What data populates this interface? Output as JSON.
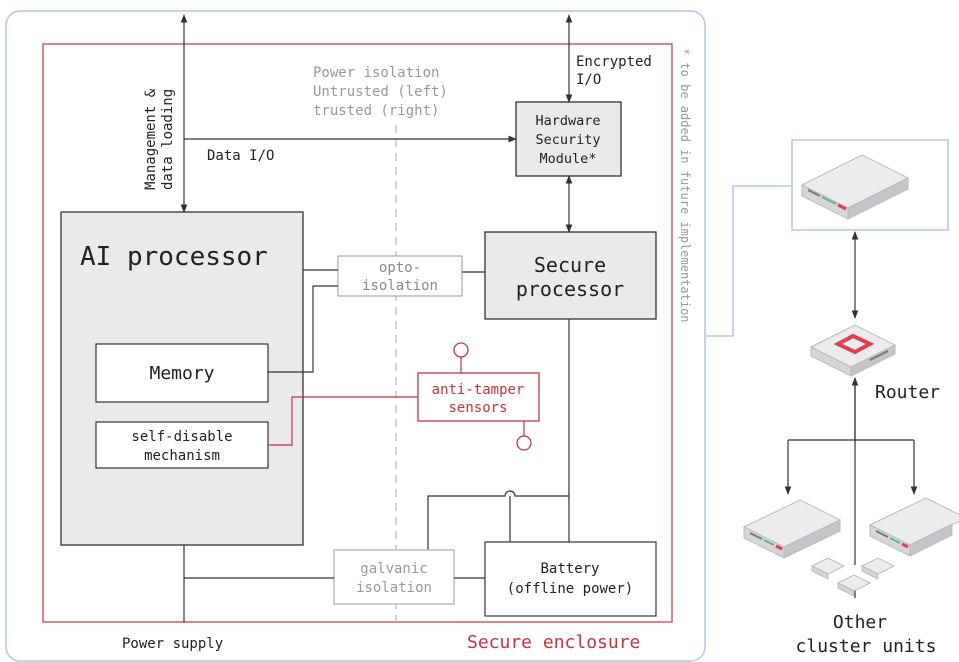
{
  "labels": {
    "management": "Management &",
    "data_loading": "data loading",
    "data_io": "Data I/O",
    "power_isolation": [
      "Power isolation",
      "Untrusted (left)",
      "trusted (right)"
    ],
    "encrypted_io": [
      "Encrypted",
      "I/O"
    ],
    "hsm": [
      "Hardware",
      "Security",
      "Module*"
    ],
    "future_note": "* to be added in future implementation",
    "ai_processor": "AI processor",
    "opto_isolation": [
      "opto-",
      "isolation"
    ],
    "secure_processor": [
      "Secure",
      "processor"
    ],
    "memory": "Memory",
    "anti_tamper": [
      "anti-tamper",
      "sensors"
    ],
    "self_disable": [
      "self-disable",
      "mechanism"
    ],
    "galvanic": [
      "galvanic",
      "isolation"
    ],
    "battery": [
      "Battery",
      "(offline power)"
    ],
    "power_supply": "Power supply",
    "secure_enclosure": "Secure enclosure",
    "router": "Router",
    "other_cluster": [
      "Other",
      "cluster units"
    ]
  },
  "colors": {
    "red": "#c8323c",
    "blue": "#a9c8ee",
    "gray_box": "#eaeaec",
    "dark": "#333333",
    "muted": "#888888"
  }
}
